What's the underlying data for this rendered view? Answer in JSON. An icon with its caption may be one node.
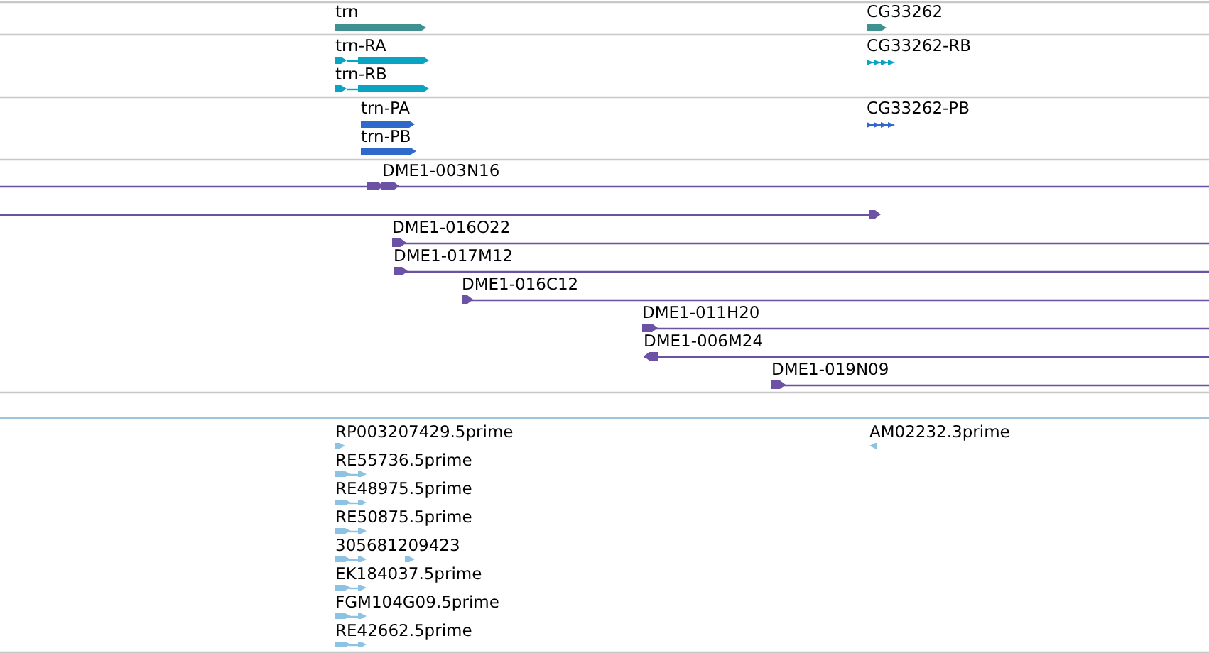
{
  "diagram": {
    "labels": [
      "trn",
      "CG33262",
      "trn-RA",
      "CG33262-RB",
      "trn-RB",
      "trn-PA",
      "CG33262-PB",
      "trn-PB",
      "DME1-003N16",
      "DME1-016O22",
      "DME1-017M12",
      "DME1-016C12",
      "DME1-011H20",
      "DME1-006M24",
      "DME1-019N09",
      "RP003207429.5prime",
      "AM02232.3prime",
      "RE55736.5prime",
      "RE48975.5prime",
      "RE50875.5prime",
      "305681209423",
      "EK184037.5prime",
      "FGM104G09.5prime",
      "RE42662.5prime"
    ]
  }
}
